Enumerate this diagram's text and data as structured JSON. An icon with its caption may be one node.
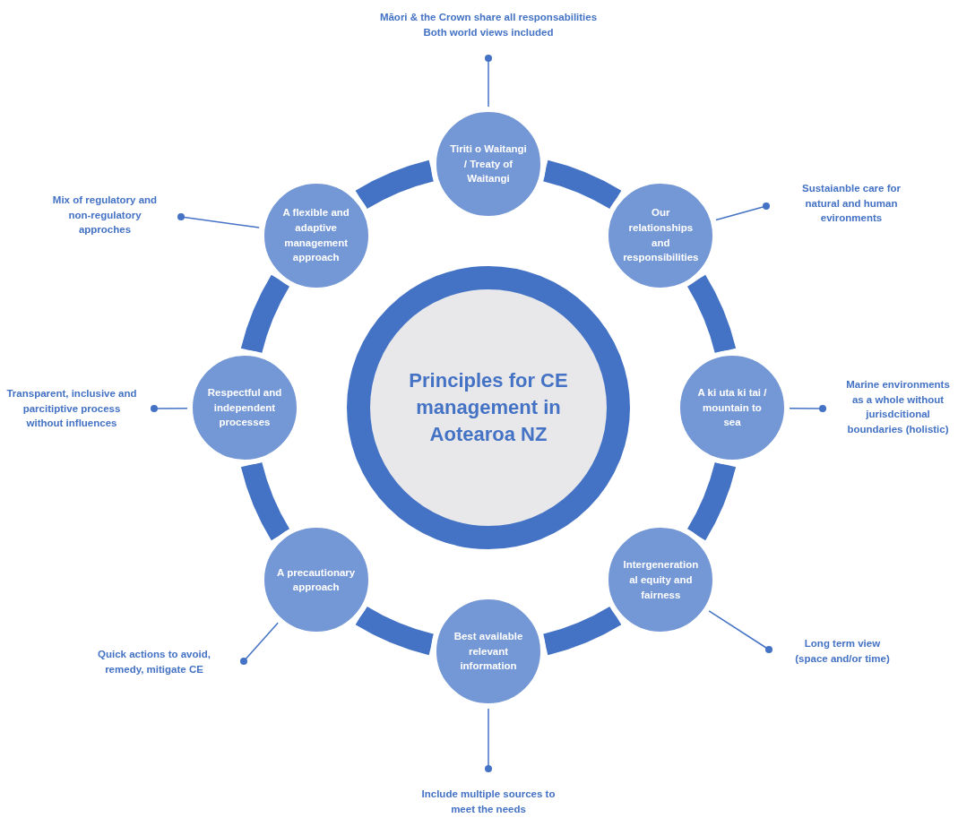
{
  "diagram": {
    "nodes": [
      {
        "text": [
          "Principles for CE management in Aotearoa NZ"
        ]
      },
      {
        "text": [
          "Tiriti o Waitangi / Treaty of Waitangi"
        ]
      },
      {
        "text": [
          "Our relationships and responsibilities"
        ]
      },
      {
        "text": [
          "A ki uta ki tai / mountain to sea"
        ]
      },
      {
        "text": [
          "Intergenerational equity and fairness"
        ]
      },
      {
        "text": [
          "Best available relevant information"
        ]
      },
      {
        "text": [
          "A precautionary approach"
        ]
      },
      {
        "text": [
          "Respectful and independent processes"
        ]
      },
      {
        "text": [
          "A flexible and adaptive management approach"
        ]
      },
      {
        "text": [
          "Māori & the Crown share all responsabilities",
          "Both world views included"
        ]
      },
      {
        "text": [
          "Sustaianble care for natural and human evironments"
        ]
      },
      {
        "text": [
          "Marine environments as a whole without jurisdcitional boundaries (holistic)"
        ]
      },
      {
        "text": [
          "Long term view (space and/or time)"
        ]
      },
      {
        "text": [
          "Include multiple sources to meet the needs"
        ]
      },
      {
        "text": [
          "Quick actions to avoid, remedy, mitigate CE"
        ]
      },
      {
        "text": [
          "Transparent, inclusive and parcitiptive process without influences"
        ]
      },
      {
        "text": [
          "Mix of regulatory and non-regulatory approches"
        ]
      }
    ],
    "edges": [
      {
        "from": 1,
        "to": 2,
        "arrow": "none",
        "style": "thick"
      },
      {
        "from": 2,
        "to": 3,
        "arrow": "none",
        "style": "thick"
      },
      {
        "from": 3,
        "to": 4,
        "arrow": "none",
        "style": "thick"
      },
      {
        "from": 4,
        "to": 5,
        "arrow": "none",
        "style": "thick"
      },
      {
        "from": 5,
        "to": 6,
        "arrow": "none",
        "style": "thick"
      },
      {
        "from": 6,
        "to": 7,
        "arrow": "none",
        "style": "thick"
      },
      {
        "from": 7,
        "to": 8,
        "arrow": "none",
        "style": "thick"
      },
      {
        "from": 8,
        "to": 1,
        "arrow": "none",
        "style": "thick"
      },
      {
        "from": 9,
        "to": 1,
        "arrow": "other"
      },
      {
        "from": 10,
        "to": 2,
        "arrow": "other"
      },
      {
        "from": 11,
        "to": 3,
        "arrow": "other"
      },
      {
        "from": 12,
        "to": 4,
        "arrow": "other"
      },
      {
        "from": 13,
        "to": 5,
        "arrow": "other"
      },
      {
        "from": 14,
        "to": 6,
        "arrow": "other"
      },
      {
        "from": 15,
        "to": 7,
        "arrow": "other"
      },
      {
        "from": 16,
        "to": 8,
        "arrow": "other"
      }
    ]
  }
}
